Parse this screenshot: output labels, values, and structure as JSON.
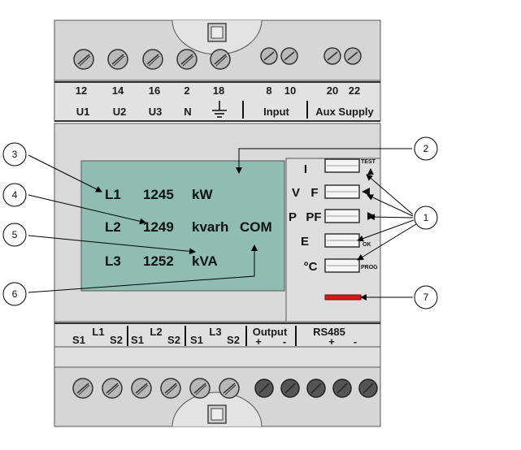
{
  "top_terminals": {
    "numbers": [
      "12",
      "14",
      "16",
      "2",
      "18",
      "8",
      "10",
      "20",
      "22"
    ],
    "labels": [
      "U1",
      "U2",
      "U3",
      "N"
    ],
    "ground_icon": "ground-icon",
    "input_label": "Input",
    "aux_label": "Aux Supply"
  },
  "display": {
    "rows": [
      {
        "phase": "L1",
        "value": "1245",
        "unit": "kW"
      },
      {
        "phase": "L2",
        "value": "1249",
        "unit": "kvarh"
      },
      {
        "phase": "L3",
        "value": "1252",
        "unit": "kVA"
      }
    ],
    "com": "COM"
  },
  "buttons": [
    {
      "left": "I",
      "left2": "",
      "right_label": "TEST",
      "right_icon": "triangle-up-icon"
    },
    {
      "left": "V",
      "left2": "F",
      "right_label": "",
      "right_icon": "triangle-left-icon"
    },
    {
      "left": "P",
      "left2": "PF",
      "right_label": "",
      "right_icon": "triangle-right-icon"
    },
    {
      "left": "E",
      "left2": "",
      "right_label": "OK",
      "right_icon": ""
    },
    {
      "left": "°C",
      "left2": "",
      "right_label": "PROG",
      "right_icon": ""
    }
  ],
  "bottom_terminals": {
    "groups": [
      {
        "name": "L1",
        "left": "S1",
        "right": "S2"
      },
      {
        "name": "L2",
        "left": "S1",
        "right": "S2"
      },
      {
        "name": "L3",
        "left": "S1",
        "right": "S2"
      }
    ],
    "output": {
      "name": "Output",
      "plus": "+",
      "minus": "-"
    },
    "rs485": {
      "name": "RS485",
      "plus": "+",
      "minus": "-"
    }
  },
  "callouts": [
    "1",
    "2",
    "3",
    "4",
    "5",
    "6",
    "7"
  ],
  "colors": {
    "body": "#dcdcdc",
    "lcd": "#8fbcb3",
    "led": "#d11a1a"
  }
}
